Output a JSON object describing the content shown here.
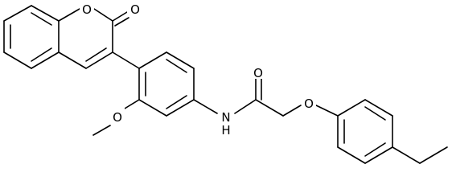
{
  "molecule": {
    "description_visible_labels": true,
    "atoms": {
      "o_lactone_ring": "O",
      "o_carbonyl_coumarin": "O",
      "o_methoxy": "O",
      "n_amide": "N",
      "h_amide": "H",
      "o_carbonyl_amide": "O",
      "o_ether": "O"
    },
    "colors": {
      "bond": "#000000",
      "label": "#000000",
      "background": "#ffffff"
    }
  }
}
